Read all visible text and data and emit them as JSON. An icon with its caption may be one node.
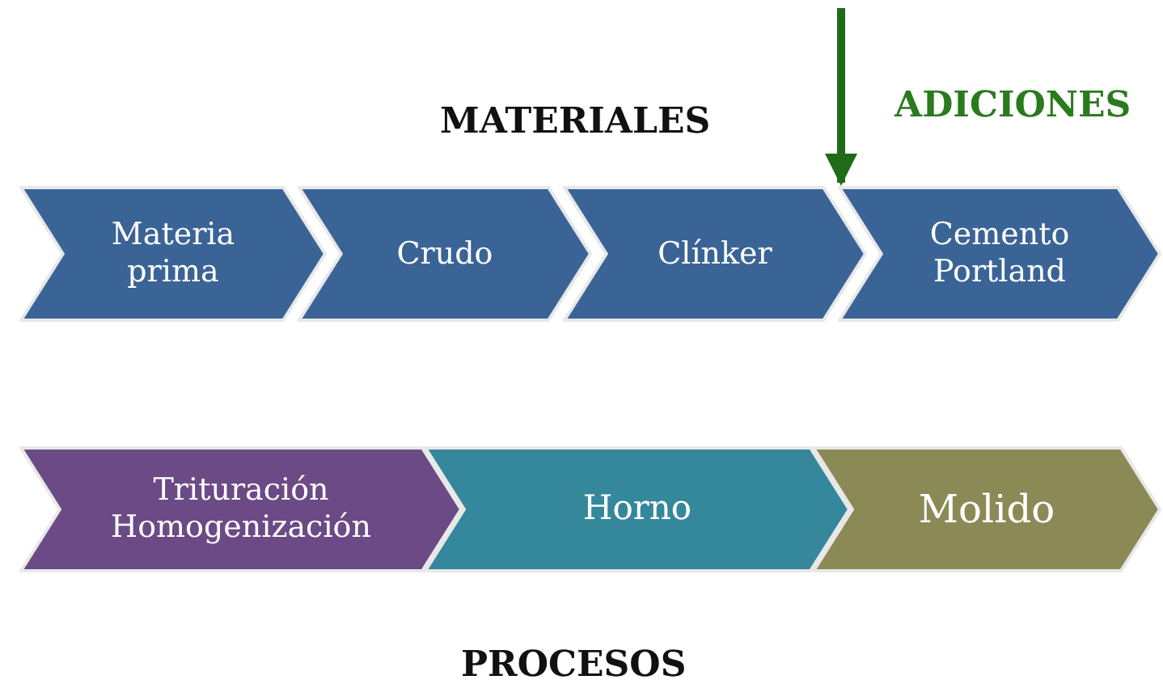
{
  "diagram": {
    "nodes": [
      {
        "text": [
          "Materia prima"
        ]
      },
      {
        "text": [
          "Crudo"
        ]
      },
      {
        "text": [
          "Clínker"
        ]
      },
      {
        "text": [
          "Cemento Portland"
        ]
      },
      {
        "text": [
          "Trituración Homogenización"
        ]
      },
      {
        "text": [
          "Horno"
        ]
      },
      {
        "text": [
          "Molido"
        ]
      }
    ],
    "edges": [
      {
        "from": null,
        "to": 3,
        "arrow": "to",
        "color": "#1f6b1a"
      }
    ],
    "labels": [
      "MATERIALES",
      "ADICIONES",
      "PROCESOS"
    ]
  }
}
